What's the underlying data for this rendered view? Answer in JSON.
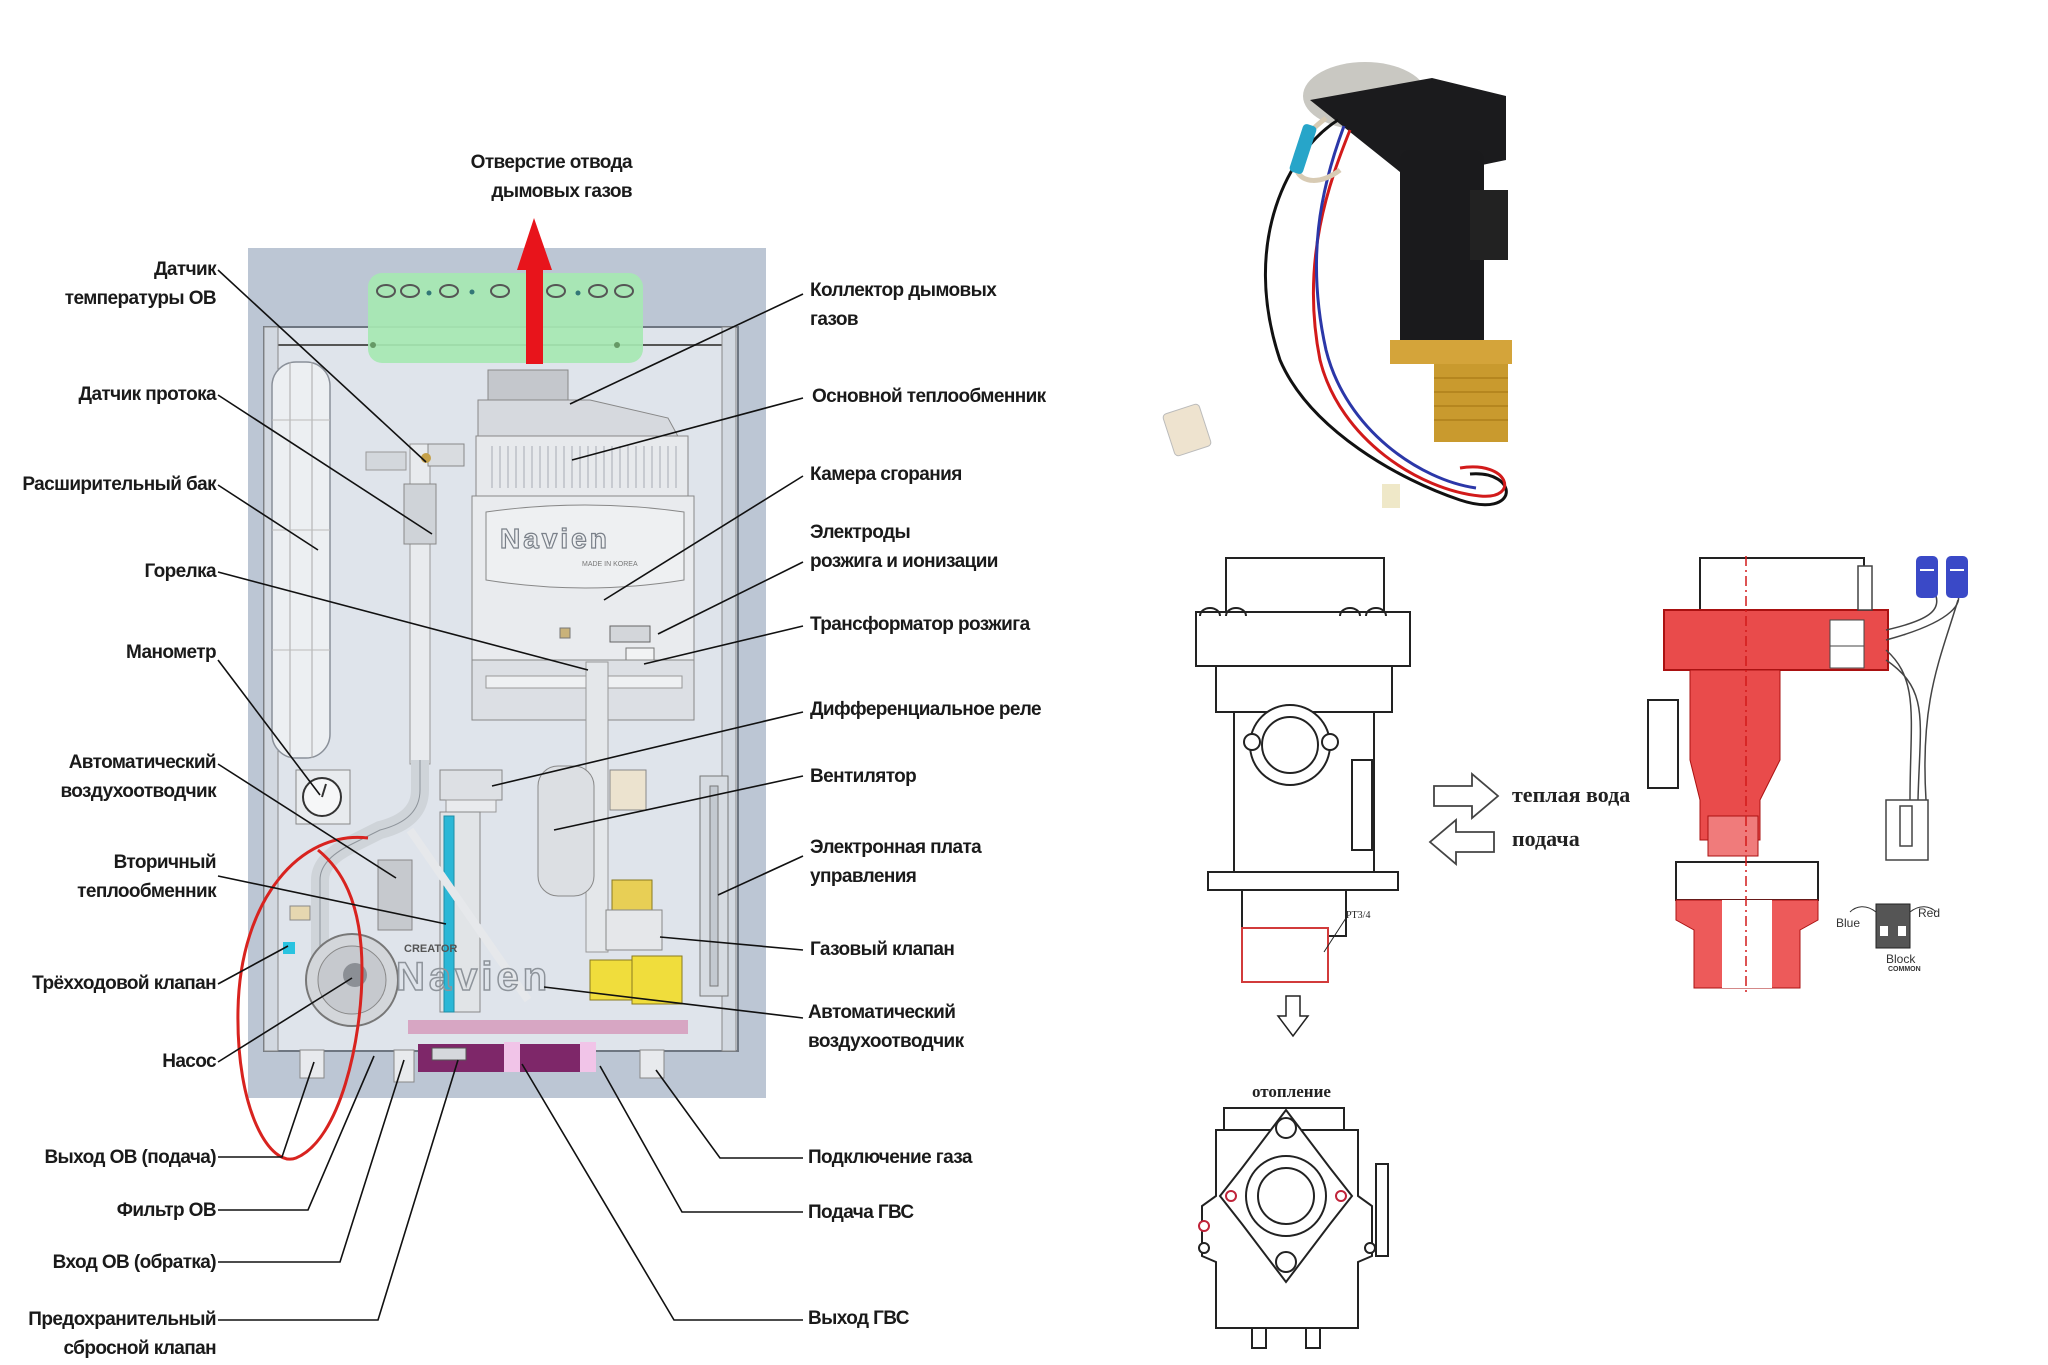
{
  "diagram": {
    "title": "Устройство газового котла Navien и датчик протока",
    "boiler": {
      "brand": "Navien",
      "brand_sub": "MADE IN KOREA",
      "pump_brand": "CREATOR",
      "top_label": [
        "Отверстие отвода",
        "дымовых газов"
      ],
      "left_labels": [
        {
          "id": "ch-temp-sensor",
          "lines": [
            "Датчик",
            "температуры ОВ"
          ]
        },
        {
          "id": "flow-sensor",
          "lines": [
            "Датчик протока"
          ]
        },
        {
          "id": "expansion-tank",
          "lines": [
            "Расширительный бак"
          ]
        },
        {
          "id": "burner",
          "lines": [
            "Горелка"
          ]
        },
        {
          "id": "pressure-gauge",
          "lines": [
            "Манометр"
          ]
        },
        {
          "id": "auto-air-vent-left",
          "lines": [
            "Автоматический",
            "воздухоотводчик"
          ]
        },
        {
          "id": "secondary-heat-exchanger",
          "lines": [
            "Вторичный",
            "теплообменник"
          ]
        },
        {
          "id": "three-way-valve",
          "lines": [
            "Трёхходовой клапан"
          ]
        },
        {
          "id": "pump",
          "lines": [
            "Насос"
          ]
        },
        {
          "id": "ch-outlet",
          "lines": [
            "Выход ОВ (подача)"
          ]
        },
        {
          "id": "ch-filter",
          "lines": [
            "Фильтр ОВ"
          ]
        },
        {
          "id": "ch-return",
          "lines": [
            "Вход ОВ (обратка)"
          ]
        },
        {
          "id": "safety-relief-valve",
          "lines": [
            "Предохранительный",
            "сбросной клапан"
          ]
        }
      ],
      "right_labels": [
        {
          "id": "flue-collector",
          "lines": [
            "Коллектор дымовых",
            "газов"
          ]
        },
        {
          "id": "main-heat-exchanger",
          "lines": [
            "Основной теплообменник"
          ]
        },
        {
          "id": "combustion-chamber",
          "lines": [
            "Камера сгорания"
          ]
        },
        {
          "id": "ignition-electrodes",
          "lines": [
            "Электроды",
            "розжига и ионизации"
          ]
        },
        {
          "id": "ignition-transformer",
          "lines": [
            "Трансформатор розжига"
          ]
        },
        {
          "id": "differential-relay",
          "lines": [
            "Дифференциальное реле"
          ]
        },
        {
          "id": "fan",
          "lines": [
            "Вентилятор"
          ]
        },
        {
          "id": "control-board",
          "lines": [
            "Электронная плата",
            "управления"
          ]
        },
        {
          "id": "gas-valve",
          "lines": [
            "Газовый клапан"
          ]
        },
        {
          "id": "auto-air-vent-right",
          "lines": [
            "Автоматический",
            "воздухоотводчик"
          ]
        },
        {
          "id": "gas-connection",
          "lines": [
            "Подключение газа"
          ]
        },
        {
          "id": "dhw-inlet",
          "lines": [
            "Подача ГВС"
          ]
        },
        {
          "id": "dhw-outlet",
          "lines": [
            "Выход ГВС"
          ]
        }
      ]
    },
    "flow_sensor_drawing": {
      "arrow_out_label": "теплая вода",
      "arrow_in_label": "подача",
      "down_label": "отопление",
      "thread_label": "PT3/4"
    },
    "connector": {
      "blue_label": "Blue",
      "red_label": "Red",
      "block_label": "Block",
      "common_label": "COMMON"
    },
    "colors": {
      "arrow_red": "#e8141b",
      "flue_green": "#a6e8b2",
      "cabinet_blue": "#b9c4d3",
      "section_red": "#e94b4b",
      "annotation_red": "#d8231f",
      "brass": "#c99a2e",
      "wire_blue": "#2b37a8"
    }
  }
}
